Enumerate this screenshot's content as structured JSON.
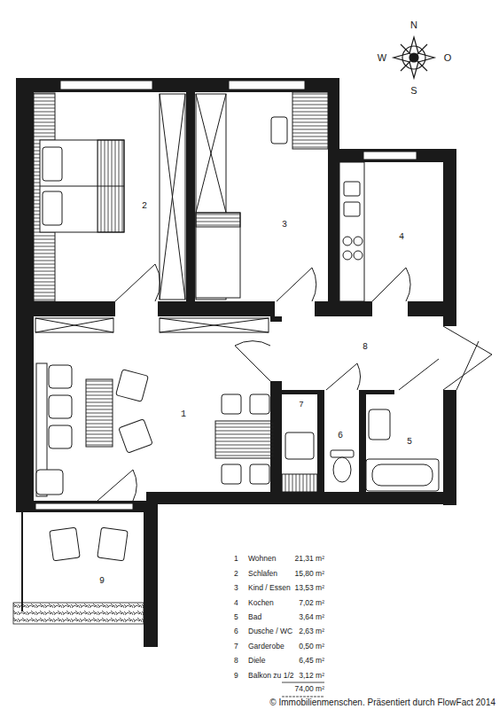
{
  "diagram": {
    "labels": [
      "N",
      "W",
      "O",
      "S",
      "1",
      "2",
      "3",
      "4",
      "5",
      "6",
      "7",
      "8",
      "9",
      "1",
      "Wohnen",
      "21,31 m²",
      "2",
      "Schlafen",
      "15,80 m²",
      "3",
      "Kind / Essen",
      "13,53 m²",
      "4",
      "Kochen",
      "7,02 m²",
      "5",
      "Bad",
      "3,64 m²",
      "6",
      "Dusche / WC",
      "2,63 m²",
      "7",
      "Garderobe",
      "0,50 m²",
      "8",
      "Diele",
      "6,45 m²",
      "9",
      "Balkon zu 1/2",
      "3,12 m²",
      "74,00 m²",
      "© Immobilienmenschen. Präsentiert durch FlowFact 2014"
    ]
  }
}
